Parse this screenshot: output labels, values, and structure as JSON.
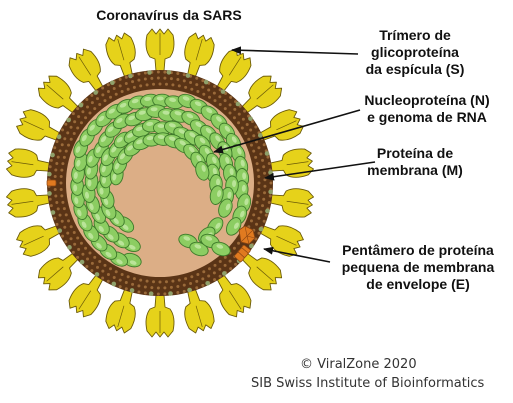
{
  "title": "Coronavírus da SARS",
  "labels": {
    "spike": [
      "Trímero de",
      "glicoproteína",
      "da espícula (S)"
    ],
    "nucleoprotein": [
      "Nucleoproteína (N)",
      "e genoma de RNA"
    ],
    "membrane": [
      "Proteína de",
      "membrana (M)"
    ],
    "envelope": [
      "Pentâmero de proteína",
      "pequena de membrana",
      "de envelope (E)"
    ]
  },
  "credit": {
    "line1": "© ViralZone 2020",
    "line2": "SIB Swiss Institute of Bioinformatics"
  },
  "colors": {
    "spike": "#e6d21a",
    "spike_outline": "#6b5a08",
    "envelope": "#5a3416",
    "envelope_dots": "#9a6a3a",
    "interior": "#dcae86",
    "nucleoprotein": "#8ccd62",
    "nucleoprotein_outline": "#3d7a2a",
    "e_protein": "#e07a20"
  }
}
